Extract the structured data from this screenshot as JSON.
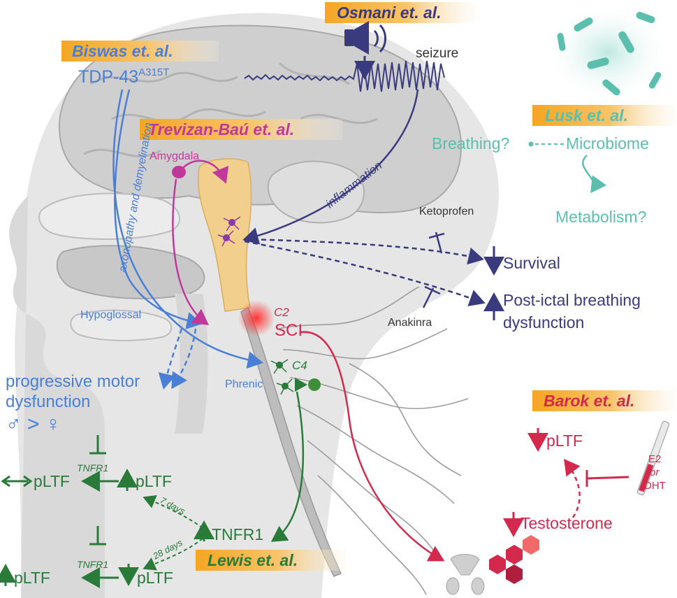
{
  "colors": {
    "biswas": "#4a7fd6",
    "trevizan": "#c0399a",
    "osmani": "#3a3a7e",
    "lusk": "#5cbfae",
    "lewis": "#2a7a3a",
    "barok": "#d2294d",
    "label_bar": "#f5a623"
  },
  "headers": {
    "osmani": "Osmani et. al.",
    "biswas": "Biswas et. al.",
    "trevizan": "Trevizan-Baú et. al.",
    "lusk": "Lusk et. al.",
    "barok": "Barok et. al.",
    "lewis": "Lewis et. al."
  },
  "osmani": {
    "seizure": "seizure",
    "inflammation": "inflammation",
    "ketoprofen": "Ketoprofen",
    "anakinra": "Anakinra",
    "survival": "Survival",
    "post_ictal_1": "Post-ictal breathing",
    "post_ictal_2": "dysfunction"
  },
  "biswas": {
    "tdp": "TDP-43",
    "tdp_sup": "A315T",
    "axonopathy": "axonopathy and demyelination",
    "hypoglossal": "Hypoglossal",
    "phrenic": "Phrenic",
    "progressive_1": "progressive motor",
    "progressive_2": "dysfunction",
    "sex": "♂ > ♀"
  },
  "trevizan": {
    "amygdala": "Amygdala"
  },
  "lusk": {
    "breathing": "Breathing?",
    "microbiome": "Microbiome",
    "metabolism": "Metabolism?"
  },
  "spinal": {
    "c2": "C2",
    "sci": "SCI",
    "c4": "C4"
  },
  "lewis": {
    "pltf": "pLTF",
    "tnfr1_inh": "TNFR1",
    "tnfr1": "TNFR1",
    "days7": "7 days",
    "days28": "28 days"
  },
  "barok": {
    "pltf": "pLTF",
    "testosterone": "Testosterone",
    "e2": "E2",
    "or": "or",
    "dht": "DHT"
  }
}
